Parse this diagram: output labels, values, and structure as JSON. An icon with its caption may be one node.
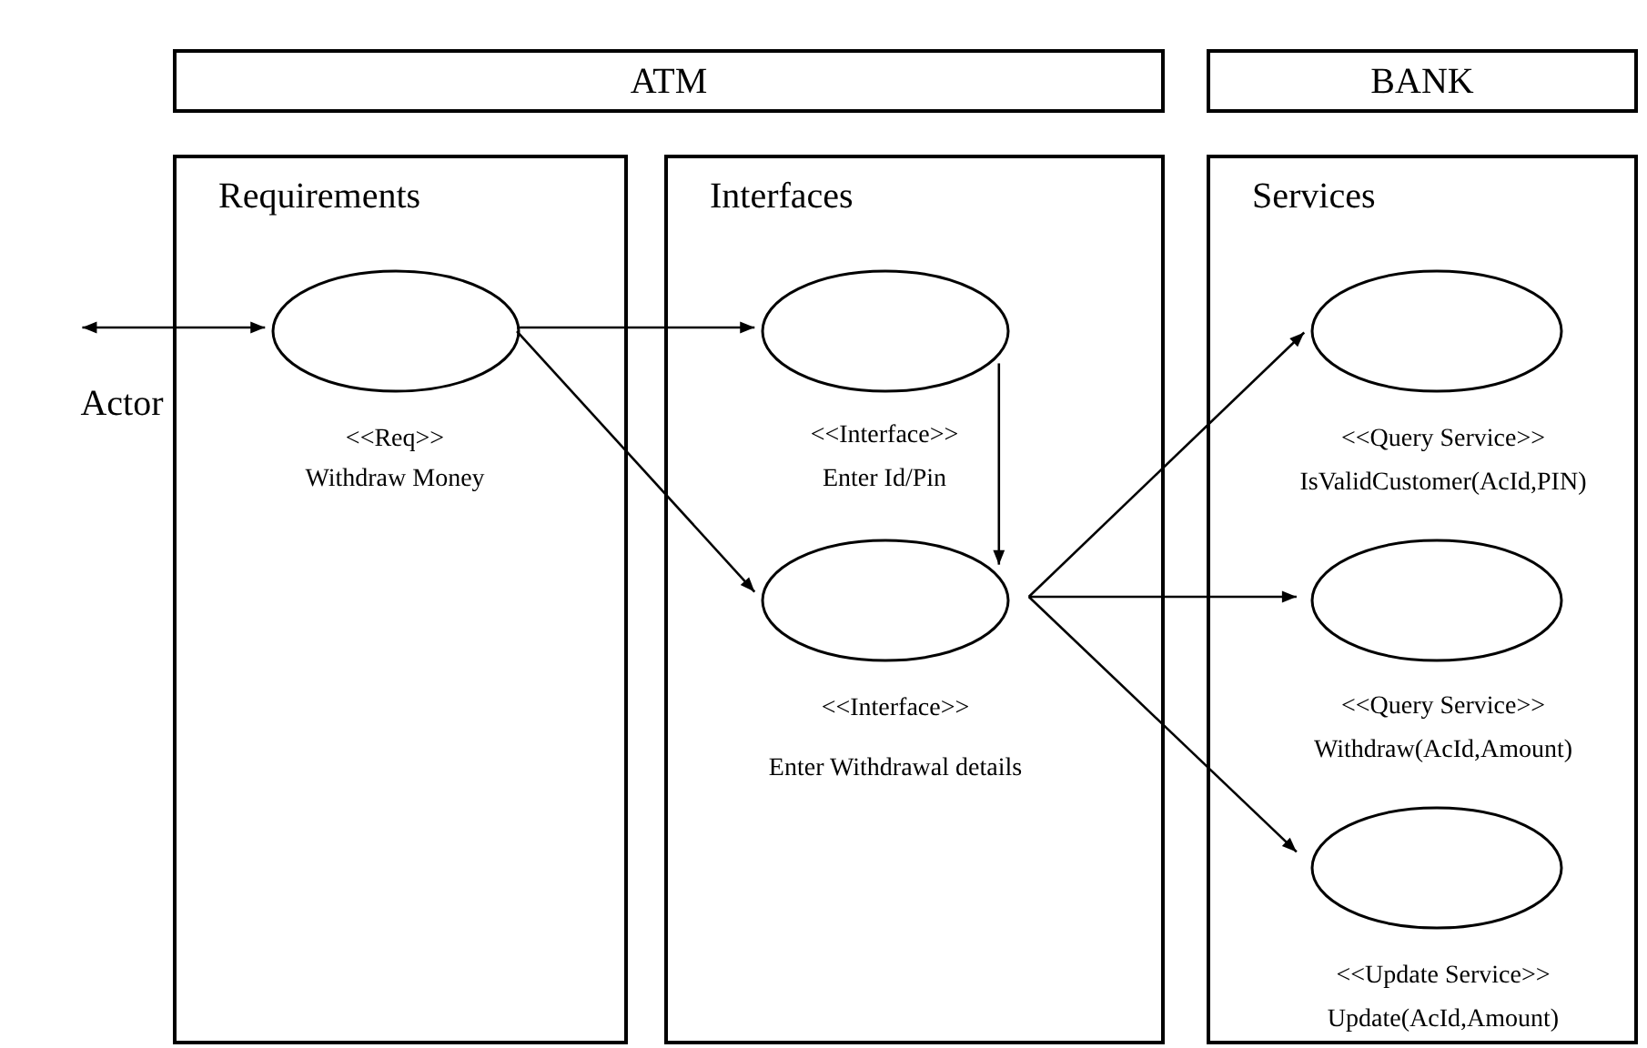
{
  "diagram": {
    "nodes": [
      {
        "text": [
          "ATM"
        ]
      },
      {
        "text": [
          "BANK"
        ]
      },
      {
        "text": [
          "Requirements"
        ]
      },
      {
        "text": [
          "Interfaces"
        ]
      },
      {
        "text": [
          "Services"
        ]
      },
      {
        "text": [
          "Actor"
        ]
      },
      {
        "text": [],
        "shape": "ellipse",
        "in": 2,
        "beside": [
          "<<Req>>",
          "Withdraw Money"
        ]
      },
      {
        "text": [],
        "shape": "ellipse",
        "in": 3,
        "beside": [
          "<<Interface>>",
          "Enter Id/Pin"
        ]
      },
      {
        "text": [],
        "shape": "ellipse",
        "in": 3,
        "beside": [
          "<<Interface>>",
          "Enter Withdrawal details"
        ]
      },
      {
        "text": [],
        "shape": "ellipse",
        "in": 4,
        "beside": [
          "<<Query Service>>",
          "IsValidCustomer(AcId,PIN)"
        ]
      },
      {
        "text": [],
        "shape": "ellipse",
        "in": 4,
        "beside": [
          "<<Query Service>>",
          "Withdraw(AcId,Amount)"
        ]
      },
      {
        "text": [],
        "shape": "ellipse",
        "in": 4,
        "beside": [
          "<<Update Service>>",
          "Update(AcId,Amount)"
        ]
      }
    ],
    "edges": [
      {
        "from": 5,
        "to": 6,
        "arrow": "both"
      },
      {
        "from": 6,
        "to": 7,
        "arrow": "to"
      },
      {
        "from": 6,
        "to": 8,
        "arrow": "to"
      },
      {
        "from": 7,
        "to": 8,
        "arrow": "to"
      },
      {
        "from": 8,
        "to": 9,
        "arrow": "to"
      },
      {
        "from": 8,
        "to": 10,
        "arrow": "to"
      },
      {
        "from": 8,
        "to": 11,
        "arrow": "to"
      }
    ]
  }
}
